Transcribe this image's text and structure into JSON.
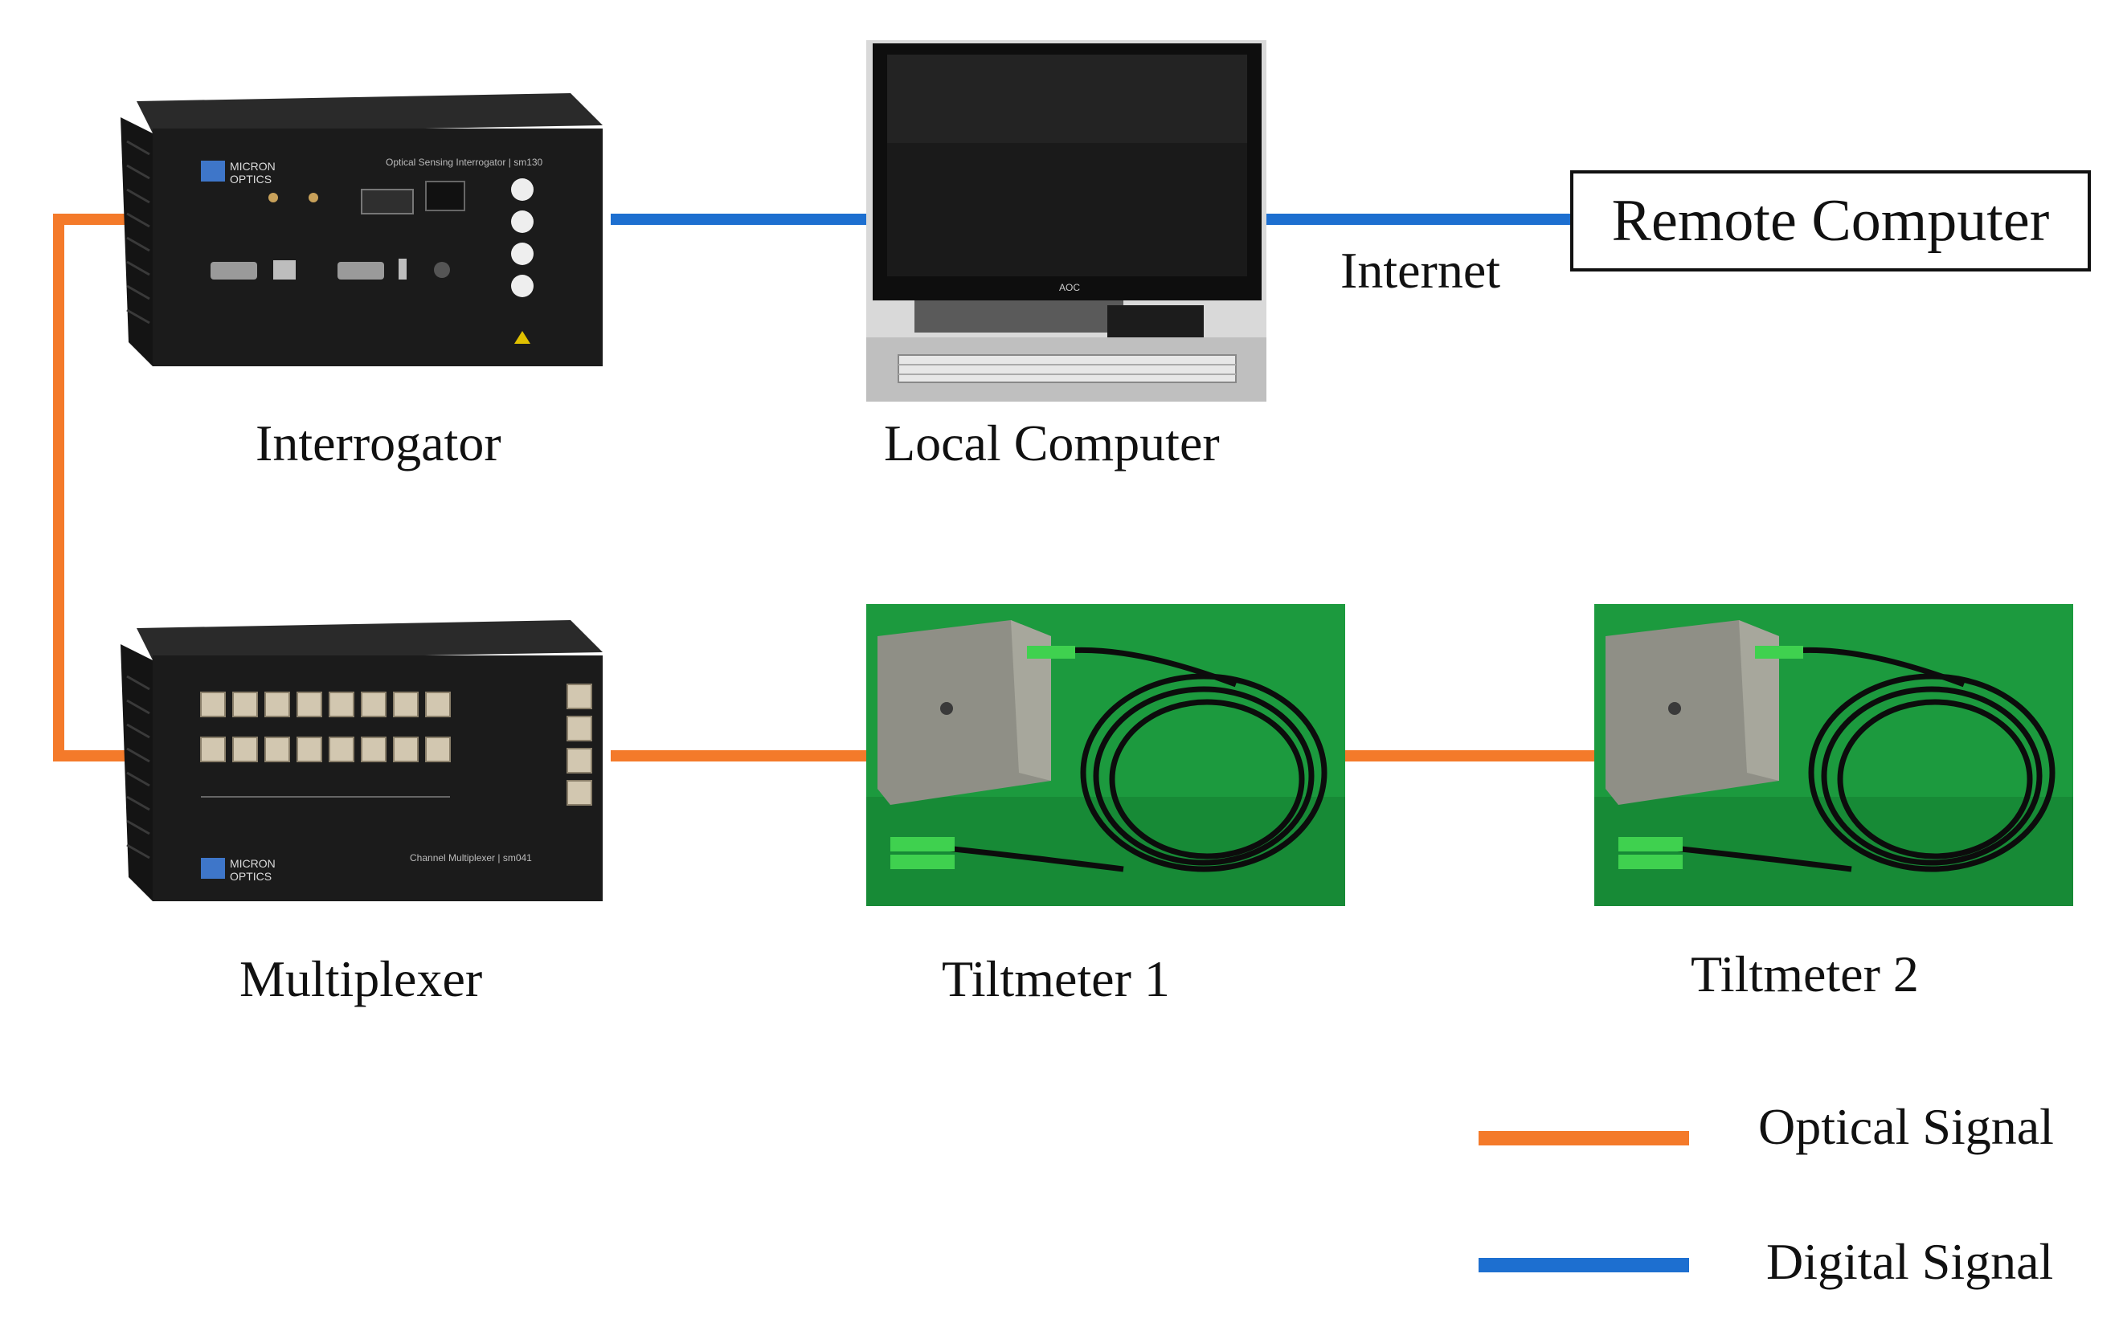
{
  "colors": {
    "optical": "#f47a2a",
    "digital": "#1d6fd0",
    "device_body": "#1b1b1b",
    "green_backdrop": "#1c9a3e"
  },
  "nodes": {
    "interrogator": {
      "label": "Interrogator",
      "brand": "MICRON OPTICS",
      "model": "sm130"
    },
    "local_computer": {
      "label": "Local Computer",
      "monitor_brand": "AOC"
    },
    "remote_computer": {
      "label": "Remote Computer"
    },
    "multiplexer": {
      "label": "Multiplexer",
      "brand": "MICRON OPTICS",
      "model": "sm041"
    },
    "tiltmeter_1": {
      "label": "Tiltmeter 1"
    },
    "tiltmeter_2": {
      "label": "Tiltmeter 2"
    }
  },
  "connections": {
    "internet_label": "Internet"
  },
  "legend": {
    "optical": "Optical Signal",
    "digital": "Digital Signal"
  },
  "icons": [
    "interrogator-device-icon",
    "monitor-icon",
    "multiplexer-device-icon",
    "tiltmeter-photo-icon"
  ]
}
